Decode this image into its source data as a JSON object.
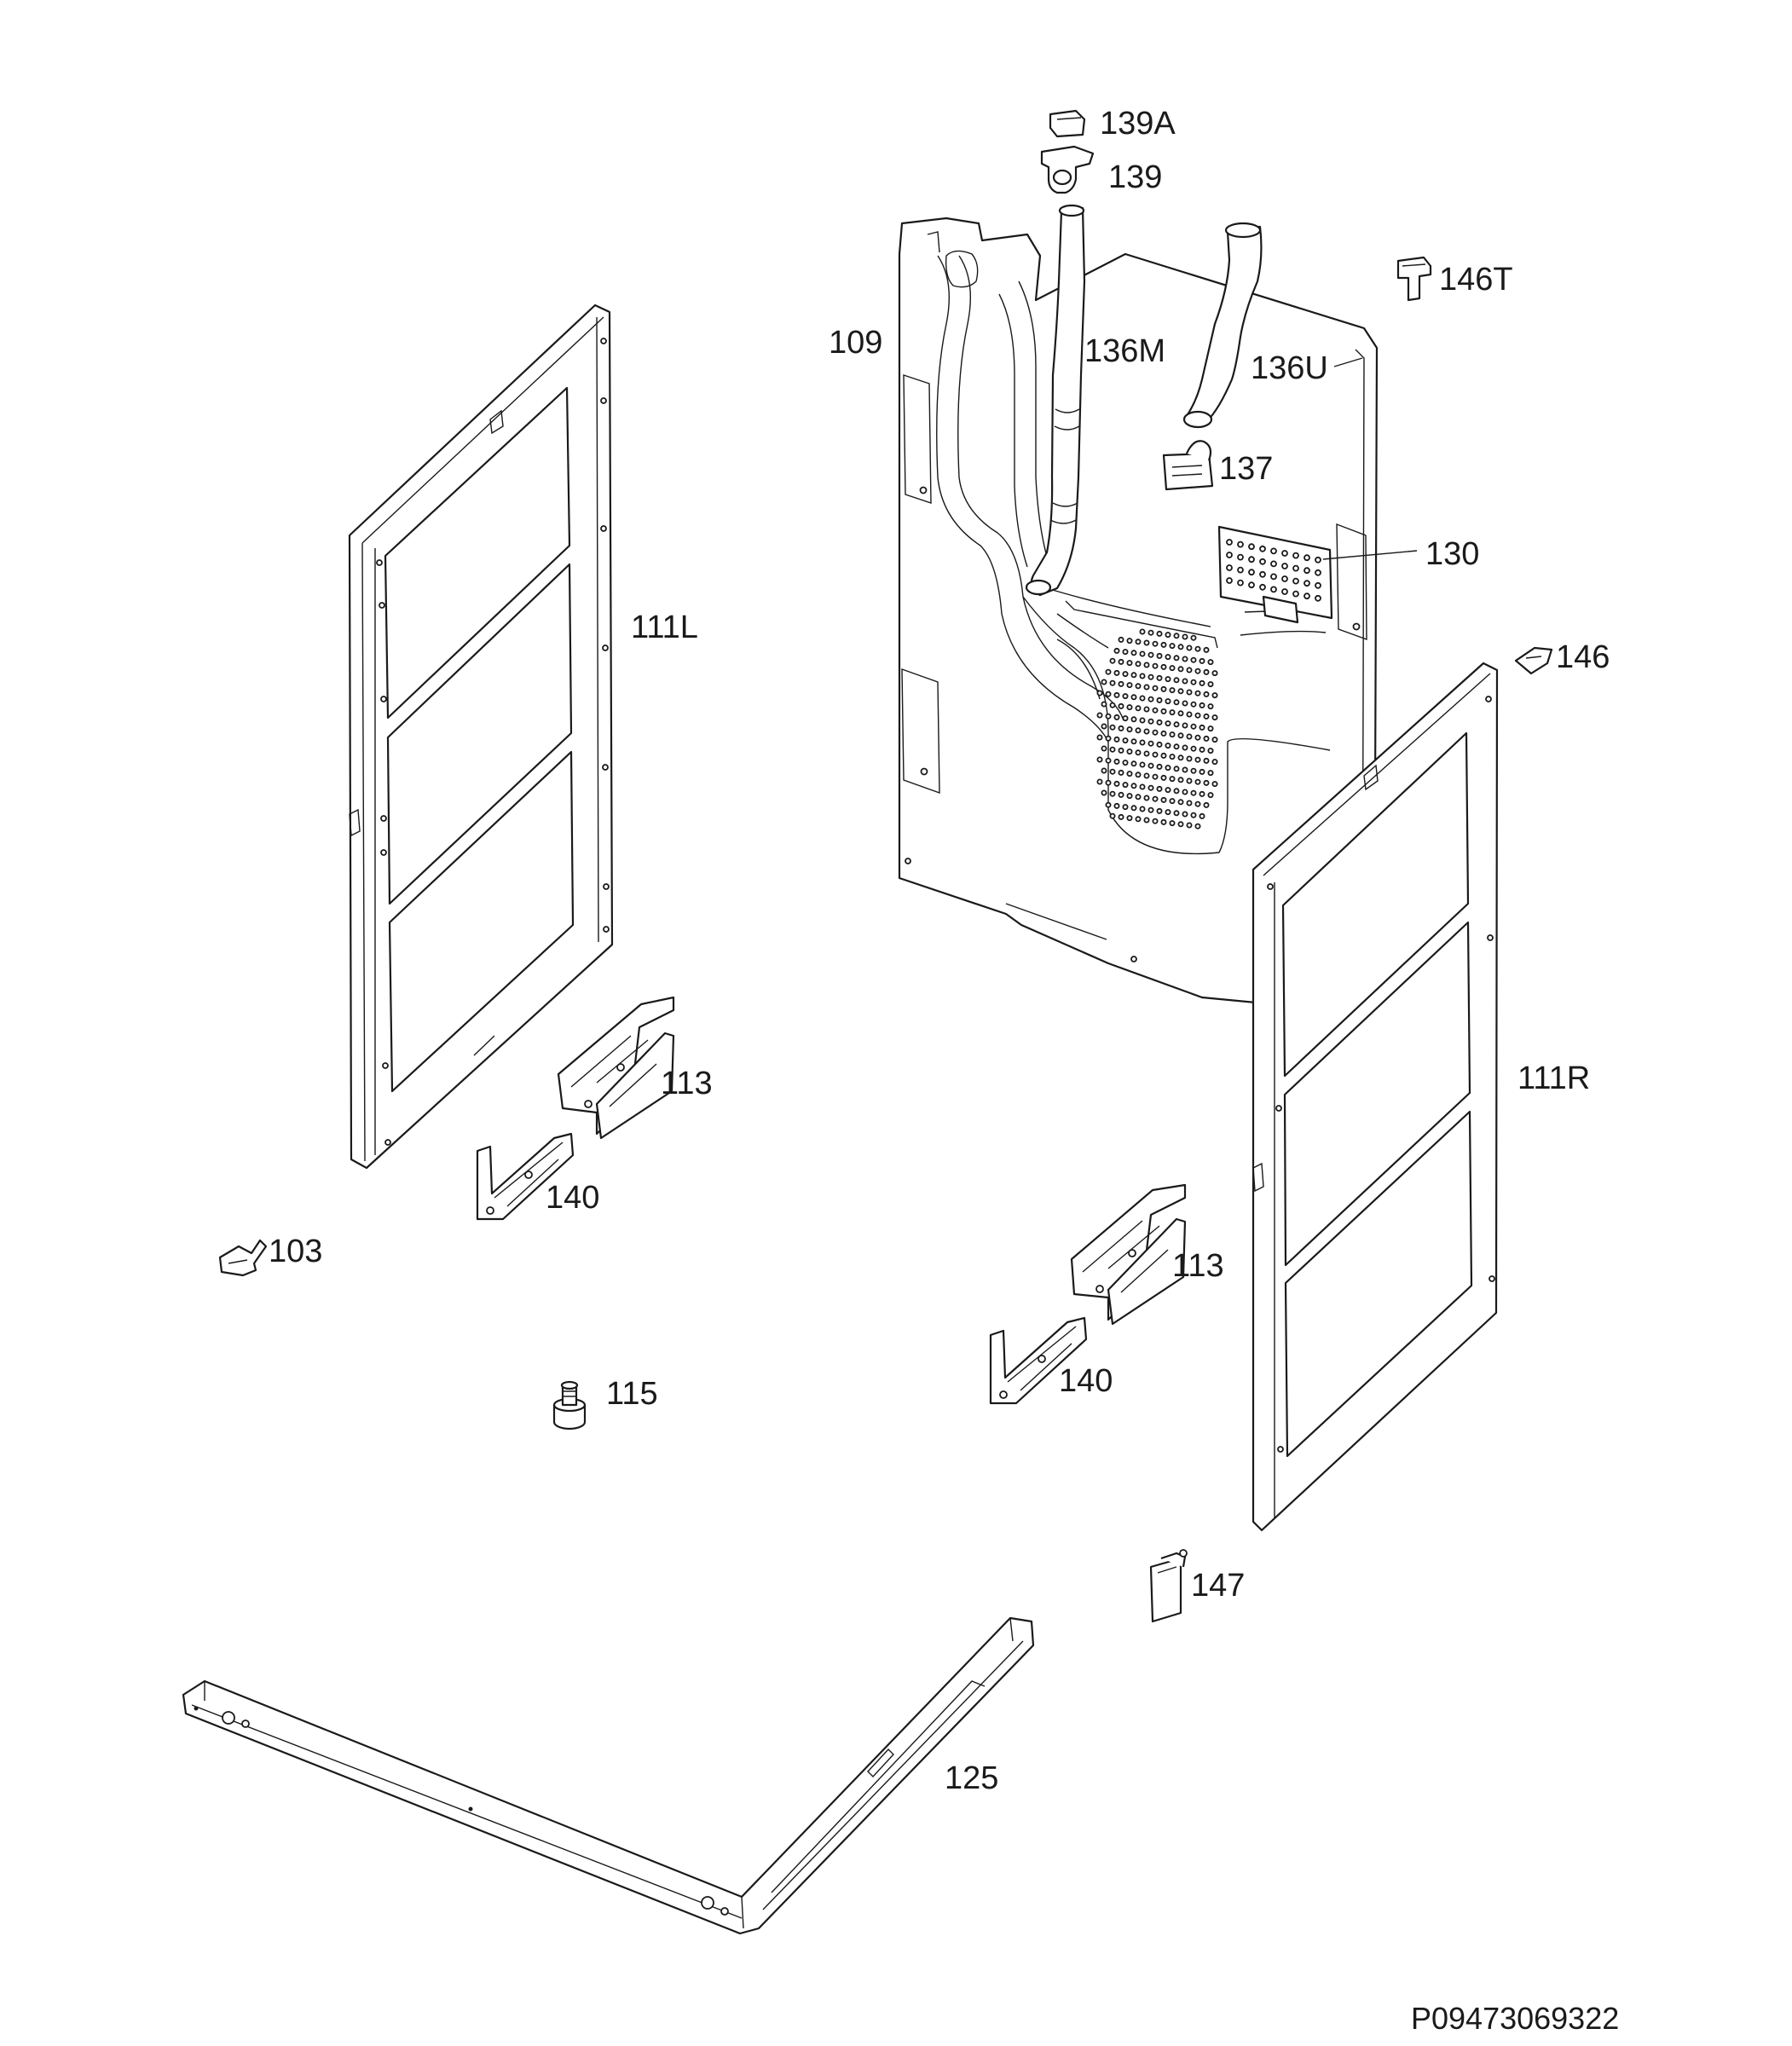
{
  "parts": [
    {
      "id": "p139A",
      "label": "139A"
    },
    {
      "id": "p139",
      "label": "139"
    },
    {
      "id": "p146T",
      "label": "146T"
    },
    {
      "id": "p109",
      "label": "109"
    },
    {
      "id": "p136M",
      "label": "136M"
    },
    {
      "id": "p136U",
      "label": "136U"
    },
    {
      "id": "p137",
      "label": "137"
    },
    {
      "id": "p130",
      "label": "130"
    },
    {
      "id": "p146",
      "label": "146"
    },
    {
      "id": "p111L",
      "label": "111L"
    },
    {
      "id": "p111R",
      "label": "111R"
    },
    {
      "id": "p113a",
      "label": "113"
    },
    {
      "id": "p113b",
      "label": "113"
    },
    {
      "id": "p140a",
      "label": "140"
    },
    {
      "id": "p140b",
      "label": "140"
    },
    {
      "id": "p103",
      "label": "103"
    },
    {
      "id": "p115",
      "label": "115"
    },
    {
      "id": "p147",
      "label": "147"
    },
    {
      "id": "p125",
      "label": "125"
    }
  ],
  "document_id": "P09473069322"
}
